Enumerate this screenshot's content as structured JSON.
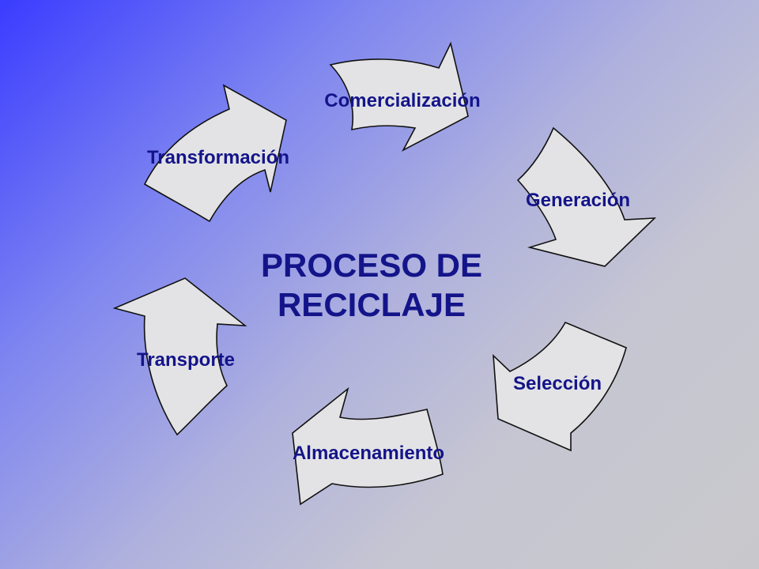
{
  "title": {
    "line1": "PROCESO DE",
    "line2": "RECICLAJE"
  },
  "steps": [
    {
      "label": "Comercialización",
      "icon": "curved-arrow-icon"
    },
    {
      "label": "Generación",
      "icon": "curved-arrow-icon"
    },
    {
      "label": "Selección",
      "icon": "curved-arrow-icon"
    },
    {
      "label": "Almacenamiento",
      "icon": "curved-arrow-icon"
    },
    {
      "label": "Transporte",
      "icon": "curved-arrow-icon"
    },
    {
      "label": "Transformación",
      "icon": "curved-arrow-icon"
    }
  ],
  "colors": {
    "text": "#14148a",
    "arrow_fill": "#e3e3e5",
    "arrow_stroke": "#111111",
    "background_start": "#3a3cff",
    "background_end": "#c8c8cc"
  }
}
